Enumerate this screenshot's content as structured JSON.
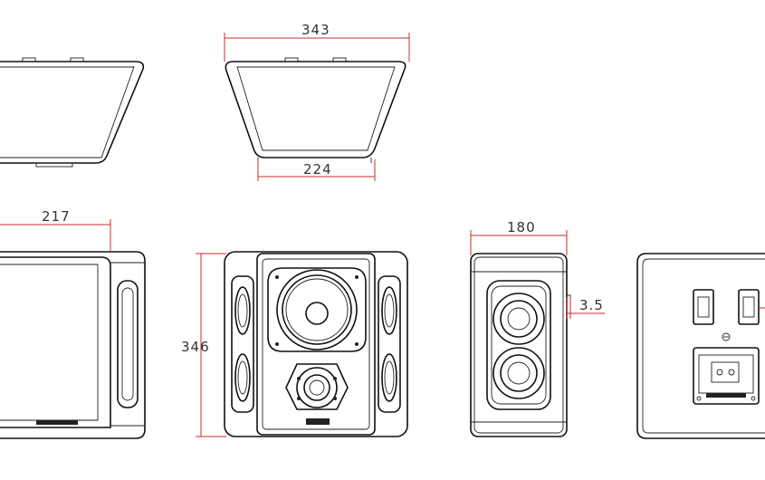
{
  "diagram": {
    "dimensions": {
      "top_view_width": "343",
      "top_view_front_width": "224",
      "front_width": "217",
      "height": "346",
      "side_depth": "180",
      "side_offset": "3.5"
    },
    "colors": {
      "outline": "#111111",
      "dimension_line": "#cc2a2a",
      "label_text": "#333333"
    }
  }
}
